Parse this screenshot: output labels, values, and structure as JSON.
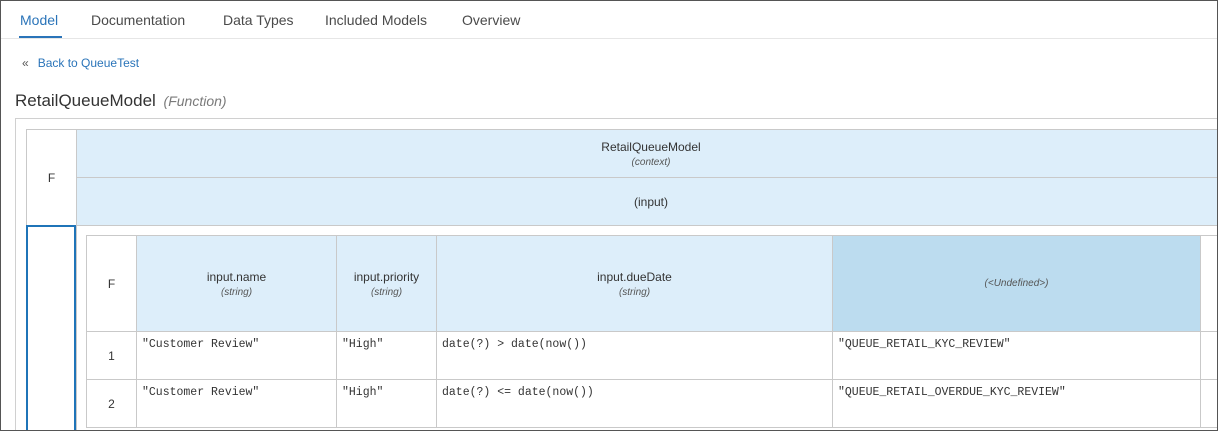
{
  "tabs": [
    {
      "label": "Model"
    },
    {
      "label": "Documentation"
    },
    {
      "label": "Data Types"
    },
    {
      "label": "Included Models"
    },
    {
      "label": "Overview"
    }
  ],
  "back_link": {
    "chevron": "«",
    "label": "Back to QueueTest"
  },
  "title": {
    "name": "RetailQueueModel",
    "kind": "(Function)"
  },
  "outer": {
    "corner": "F",
    "context_name": "RetailQueueModel",
    "context_kind": "(context)",
    "input_label": "(input)"
  },
  "table": {
    "hit_policy": "F",
    "columns": [
      {
        "name": "input.name",
        "type": "(string)"
      },
      {
        "name": "input.priority",
        "type": "(string)"
      },
      {
        "name": "input.dueDate",
        "type": "(string)"
      },
      {
        "name": "",
        "type": "(<Undefined>)"
      }
    ],
    "rows": [
      {
        "num": "1",
        "cells": [
          "\"Customer Review\"",
          "\"High\"",
          "date(?) > date(now())",
          "\"QUEUE_RETAIL_KYC_REVIEW\""
        ]
      },
      {
        "num": "2",
        "cells": [
          "\"Customer Review\"",
          "\"High\"",
          "date(?) <= date(now())",
          "\"QUEUE_RETAIL_OVERDUE_KYC_REVIEW\""
        ]
      }
    ]
  },
  "colors": {
    "accent": "#2a74b9",
    "header_bg": "#ddeefa",
    "selected_header_bg": "#bcdcef"
  }
}
